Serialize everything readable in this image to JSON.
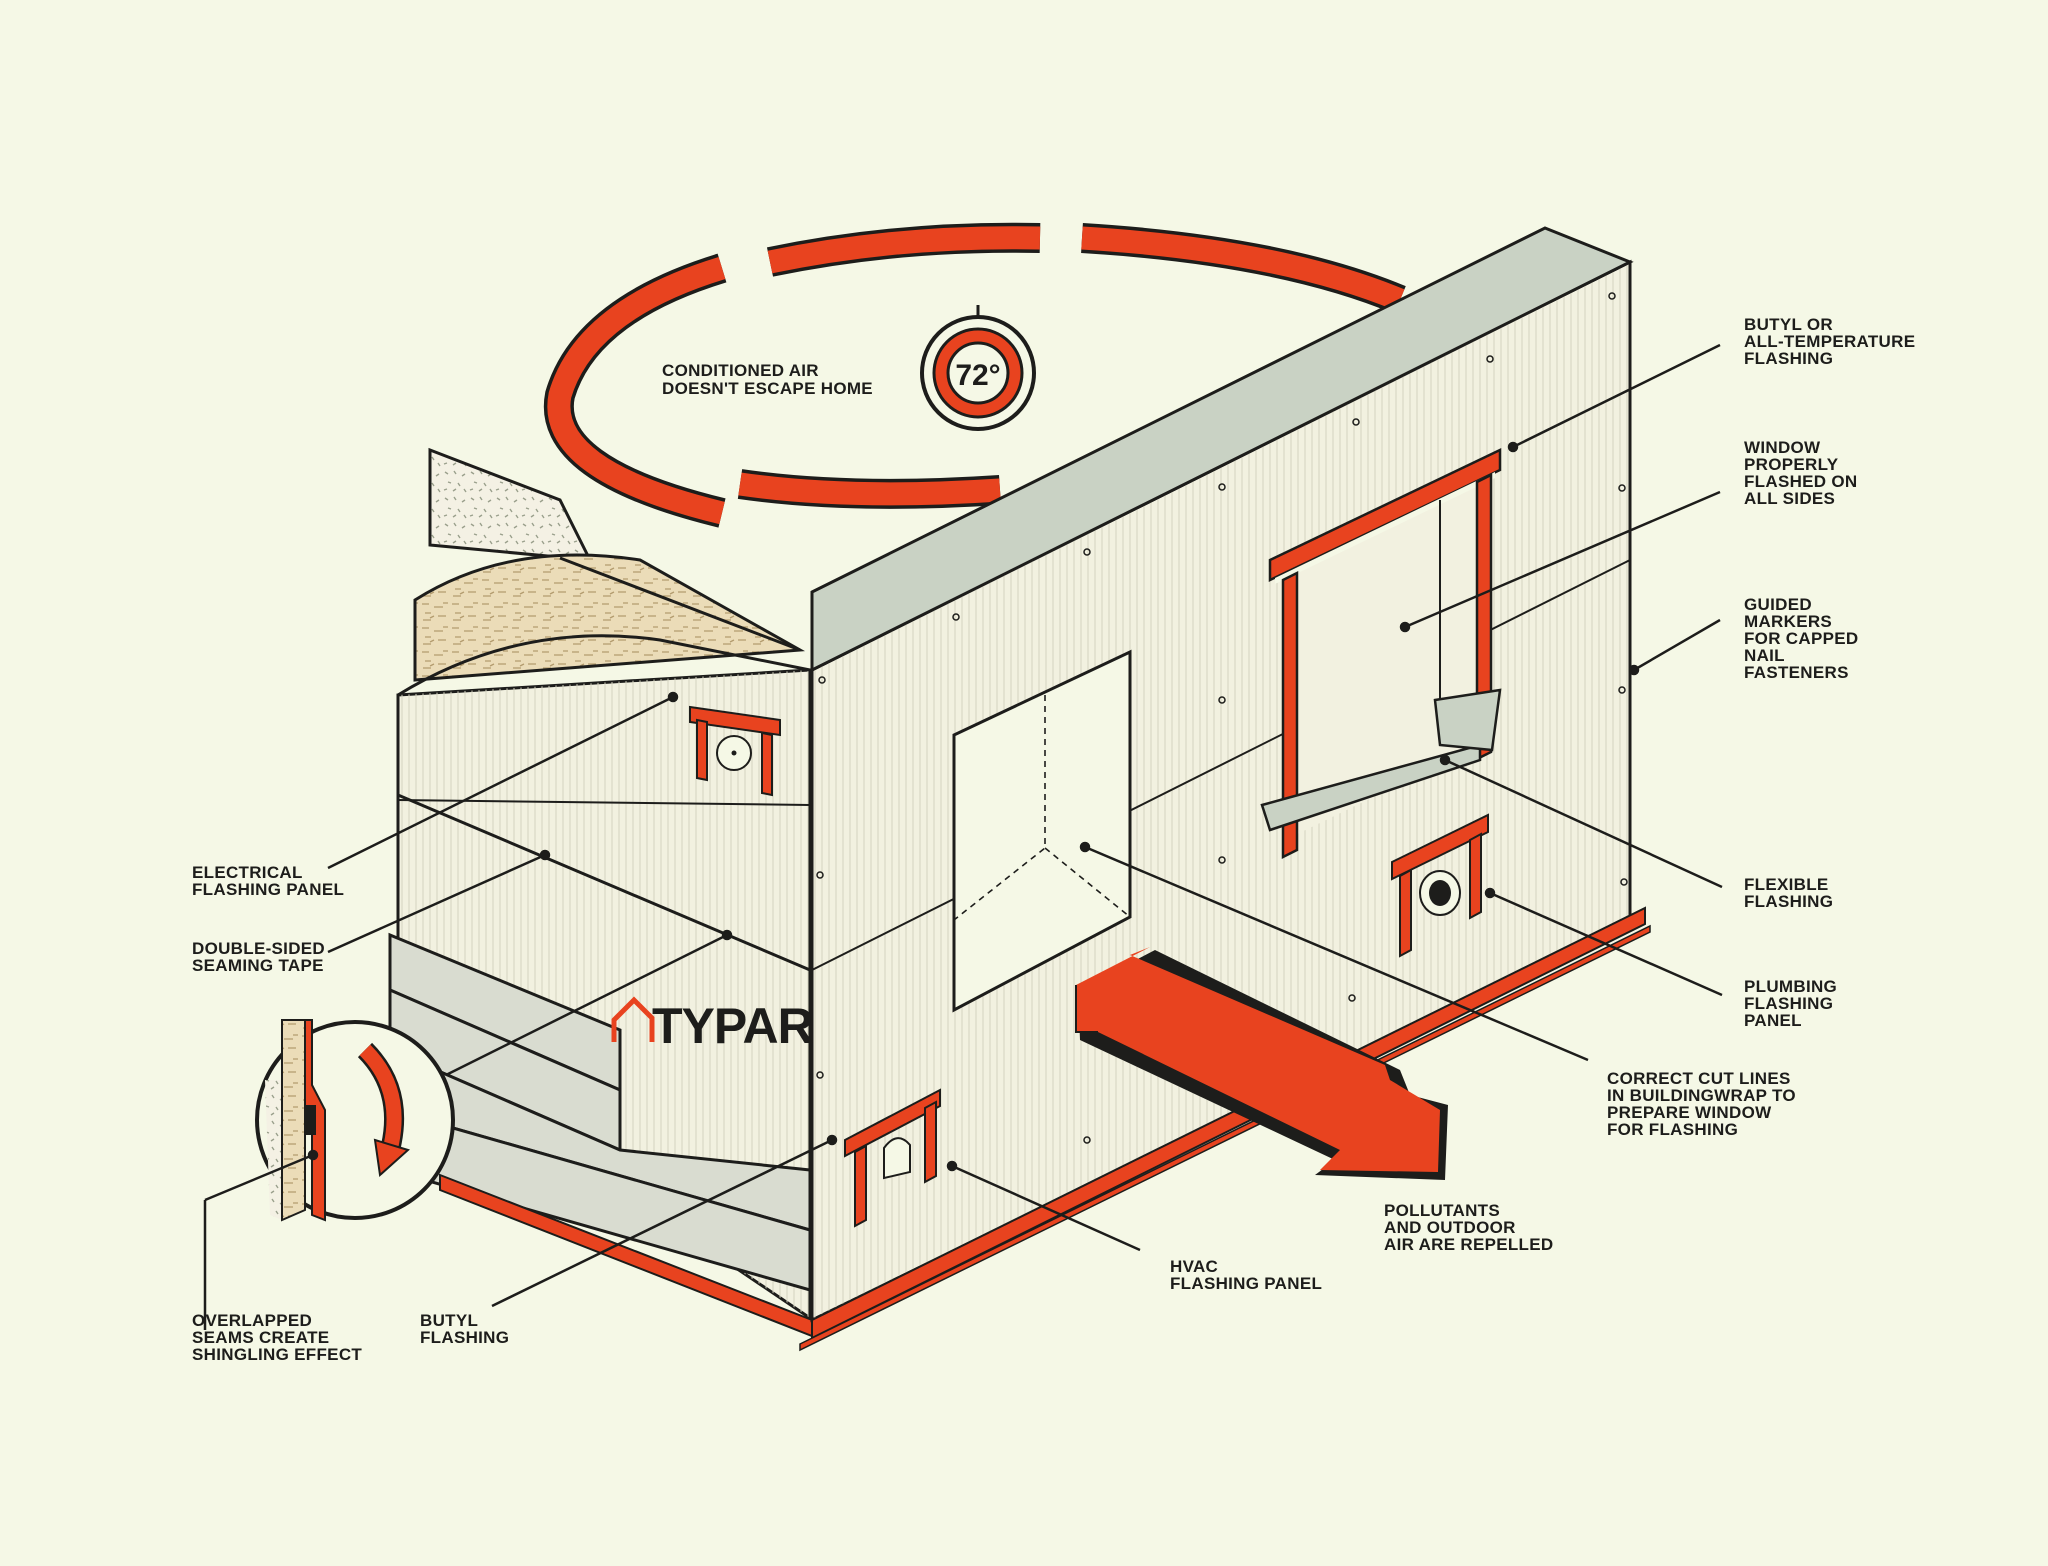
{
  "diagram": {
    "brand": "TYPAR",
    "thermostat_reading": "72°",
    "colors": {
      "background": "#f5f8e6",
      "accent": "#e8431f",
      "ink": "#1d1d1b",
      "wall": "#f2f1e0",
      "top_plate": "#c9d2c4",
      "siding": "#d9dcd0",
      "sheathing": "#e8d9b4"
    },
    "labels": {
      "conditioned_air": [
        "CONDITIONED AIR",
        "DOESN'T ESCAPE HOME"
      ],
      "butyl_or_all_temp": [
        "BUTYL OR",
        "ALL-TEMPERATURE",
        "FLASHING"
      ],
      "window_flashed": [
        "WINDOW",
        "PROPERLY",
        "FLASHED ON",
        "ALL SIDES"
      ],
      "guided_markers": [
        "GUIDED",
        "MARKERS",
        "FOR CAPPED",
        "NAIL",
        "FASTENERS"
      ],
      "flexible_flashing": [
        "FLEXIBLE",
        "FLASHING"
      ],
      "plumbing_panel": [
        "PLUMBING",
        "FLASHING",
        "PANEL"
      ],
      "correct_cut_lines": [
        "CORRECT CUT LINES",
        "IN BUILDINGWRAP TO",
        "PREPARE WINDOW",
        "FOR FLASHING"
      ],
      "pollutants": [
        "POLLUTANTS",
        "AND OUTDOOR",
        "AIR ARE REPELLED"
      ],
      "hvac_panel": [
        "HVAC",
        "FLASHING PANEL"
      ],
      "butyl_flashing": [
        "BUTYL",
        "FLASHING"
      ],
      "overlapped_seams": [
        "OVERLAPPED",
        "SEAMS CREATE",
        "SHINGLING EFFECT"
      ],
      "double_sided_tape": [
        "DOUBLE-SIDED",
        "SEAMING TAPE"
      ],
      "electrical_panel": [
        "ELECTRICAL",
        "FLASHING PANEL"
      ]
    }
  }
}
